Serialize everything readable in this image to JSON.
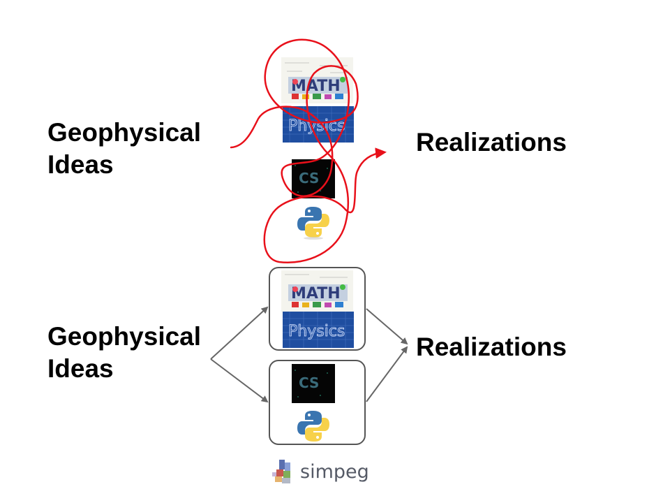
{
  "top": {
    "ideas_label": "Geophysical\nIdeas",
    "realizations_label": "Realizations"
  },
  "bottom": {
    "ideas_label": "Geophysical\nIdeas",
    "realizations_label": "Realizations"
  },
  "icons": {
    "math": "math-image",
    "physics": "physics-image",
    "cs": "computer-science-image",
    "python": "python-logo"
  },
  "logo": {
    "text": "simpeg"
  },
  "colors": {
    "scribble": "#e8101a",
    "arrow": "#666666",
    "physics_blue": "#1f4ea0",
    "cs_black": "#050505",
    "python_blue": "#3a75b0",
    "python_yellow": "#f7d14a"
  }
}
